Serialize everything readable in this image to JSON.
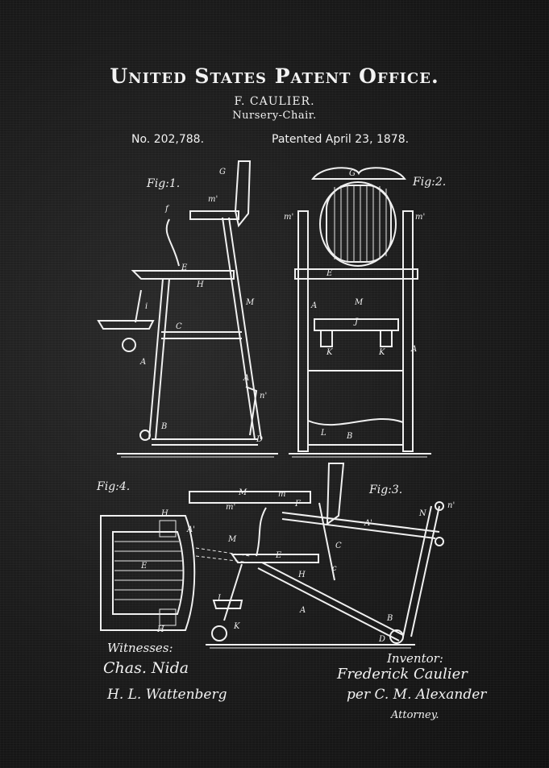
{
  "header": {
    "title": "United States Patent Office.",
    "inventor": "F. CAULIER.",
    "invention": "Nursery-Chair.",
    "number": "No. 202,788.",
    "date": "Patented April 23, 1878."
  },
  "figures": {
    "fig1": "Fig:1.",
    "fig2": "Fig:2.",
    "fig3": "Fig:3.",
    "fig4": "Fig:4."
  },
  "labels": {
    "a": "A",
    "a_prime": "A'",
    "b": "B",
    "c": "C",
    "c_small": "c",
    "d": "D",
    "e": "E",
    "f": "F",
    "f_small": "f",
    "g": "G",
    "h": "H",
    "h_small": "h",
    "i": "i",
    "i_cap": "I",
    "j": "J",
    "k": "K",
    "l": "L",
    "m": "m",
    "m_prime": "m'",
    "m_cap": "M",
    "n": "N",
    "n_prime": "n'"
  },
  "signatures": {
    "witnesses_label": "Witnesses:",
    "witness_1": "Chas. Nida",
    "witness_2": "H. L. Wattenberg",
    "inventor_label": "Inventor:",
    "inventor_signature": "Frederick Caulier",
    "attorney_signature": "per C. M. Alexander",
    "attorney_label": "Attorney."
  }
}
